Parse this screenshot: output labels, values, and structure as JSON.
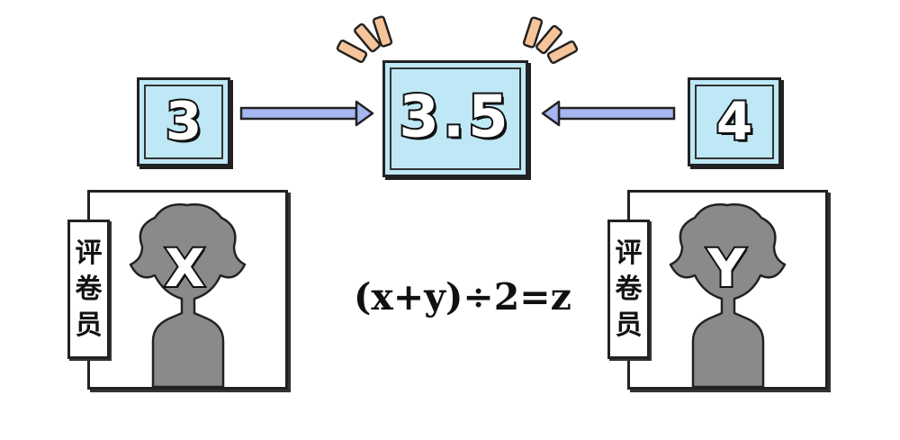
{
  "scores": {
    "left": "3",
    "center": "3.5",
    "right": "4"
  },
  "graders": {
    "left": {
      "letter": "X",
      "label_chars": [
        "评",
        "卷",
        "员"
      ]
    },
    "right": {
      "letter": "Y",
      "label_chars": [
        "评",
        "卷",
        "员"
      ]
    }
  },
  "formula": "(x+y)÷2=z",
  "colors": {
    "box_fill": "#bfe8f6",
    "arrow_fill": "#a6b6f0",
    "burst": "#f6c49a",
    "silhouette": "#8a8a8a"
  }
}
